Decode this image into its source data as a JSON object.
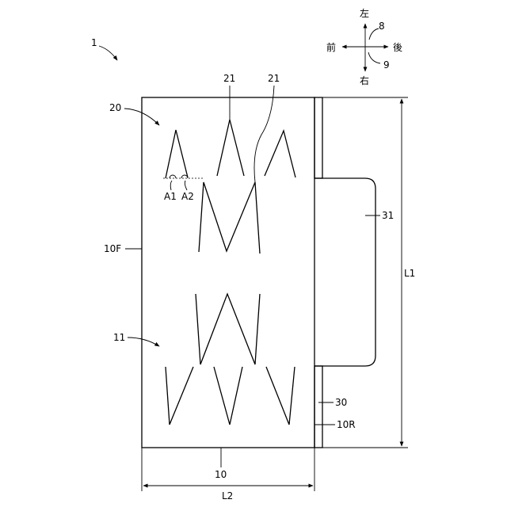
{
  "labels": {
    "fig_ref": "1",
    "left_dir": "左",
    "right_dir": "右",
    "front_dir": "前",
    "rear_dir": "後",
    "axis_8": "8",
    "axis_9": "9",
    "ref_20": "20",
    "ref_21a": "21",
    "ref_21b": "21",
    "ref_a1": "A1",
    "ref_a2": "A2",
    "ref_31": "31",
    "ref_10f": "10F",
    "ref_l1": "L1",
    "ref_11": "11",
    "ref_30": "30",
    "ref_10r": "10R",
    "ref_10": "10",
    "ref_l2": "L2"
  }
}
